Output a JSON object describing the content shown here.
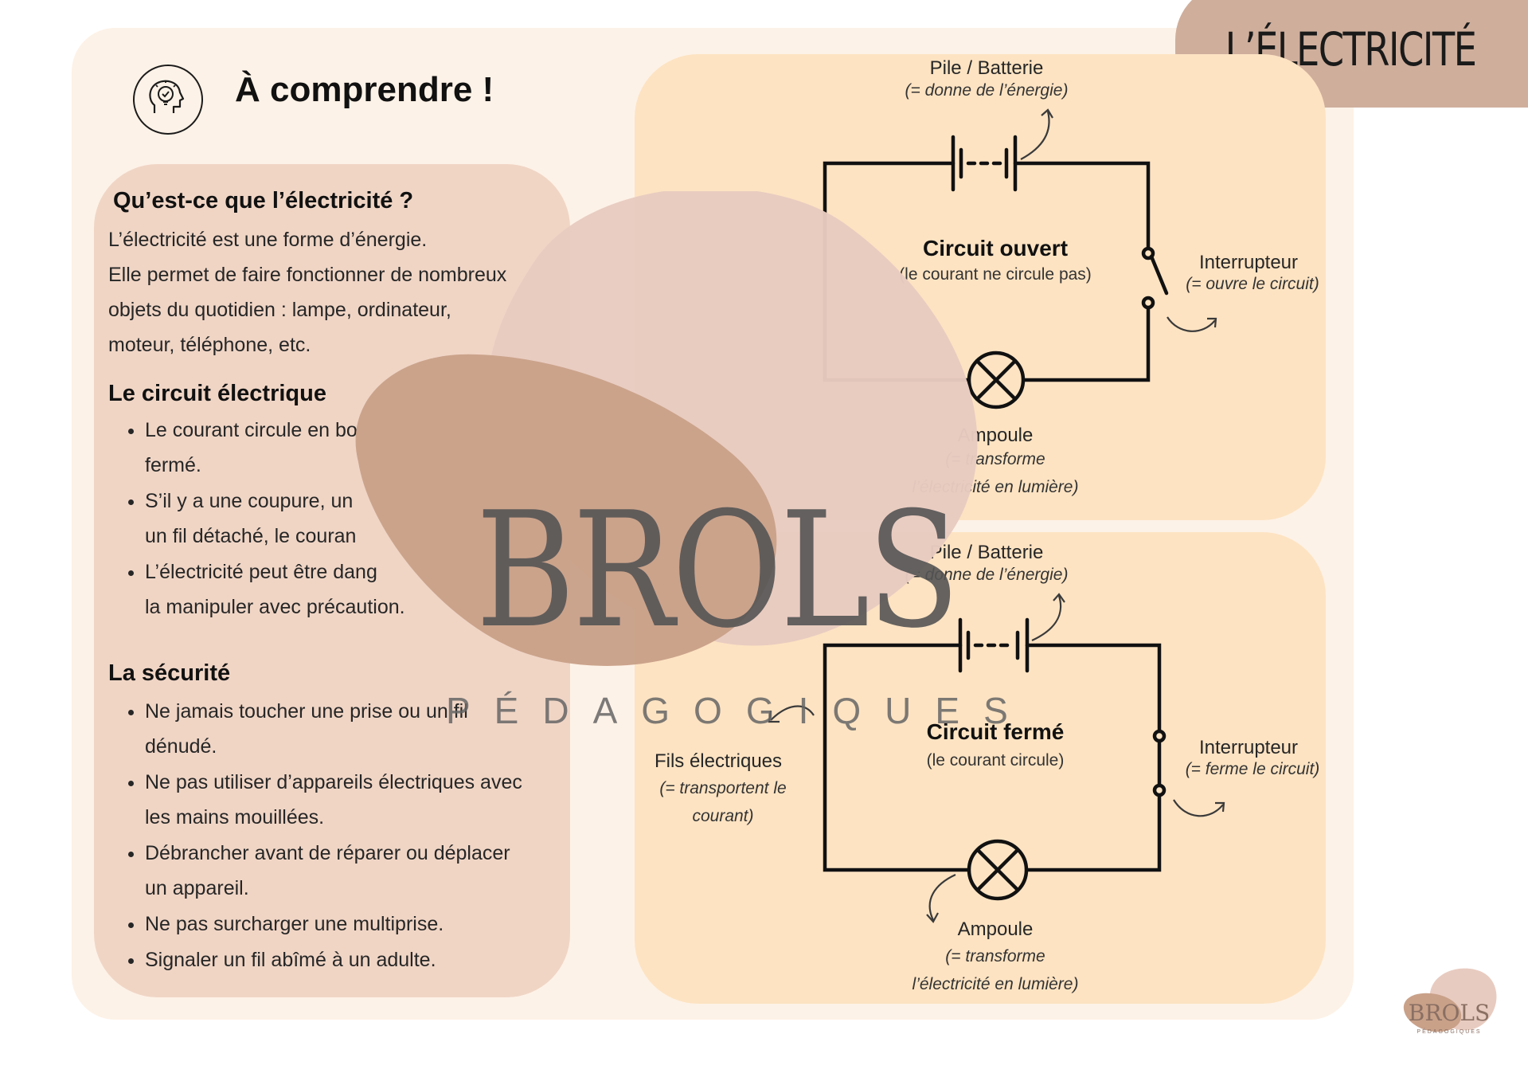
{
  "header": {
    "title": "L’ÉLECTRICITÉ",
    "section_heading": "À comprendre !",
    "icon": "head-lightbulb-icon"
  },
  "info": {
    "q_title": "Qu’est-ce que l’électricité ?",
    "q_lines": [
      "L’électricité est une forme d’énergie.",
      "Elle permet de faire fonctionner de nombreux",
      "objets du quotidien : lampe, ordinateur,",
      "moteur, téléphone, etc."
    ],
    "circuit_title": "Le circuit électrique",
    "circuit_items": [
      [
        "Le courant circule en bo",
        "fermé."
      ],
      [
        "S’il y a une coupure, un",
        "un fil détaché, le couran"
      ],
      [
        "L’électricité peut être dang",
        "la manipuler avec précaution."
      ]
    ],
    "safety_title": "La sécurité",
    "safety_items": [
      [
        "Ne jamais toucher une prise ou un fil",
        "dénudé."
      ],
      [
        "Ne pas utiliser d’appareils électriques avec",
        "les mains mouillées."
      ],
      [
        "Débrancher avant de réparer ou déplacer",
        "un appareil."
      ],
      [
        "Ne pas surcharger une multiprise."
      ],
      [
        "Signaler un fil abîmé à un adulte."
      ]
    ]
  },
  "circuit_open": {
    "battery_label": "Pile / Batterie",
    "battery_note": "(= donne de l’énergie)",
    "title": "Circuit ouvert",
    "subtitle": "(le courant ne circule pas)",
    "switch_label": "Interrupteur",
    "switch_note": "(= ouvre le circuit)",
    "bulb_label": "Ampoule",
    "bulb_note_1": "(= transforme",
    "bulb_note_2": "l’électricité en lumière)"
  },
  "circuit_closed": {
    "battery_label": "Pile / Batterie",
    "battery_note": "(= donne de l’énergie)",
    "title": "Circuit fermé",
    "subtitle": "(le courant circule)",
    "switch_label": "Interrupteur",
    "switch_note": "(= ferme le circuit)",
    "bulb_label": "Ampoule",
    "bulb_note_1": "(= transforme",
    "bulb_note_2": "l’électricité en lumière)",
    "wires_label": "Fils électriques",
    "wires_note_1": "(= transportent le",
    "wires_note_2": "courant)"
  },
  "watermark": {
    "name": "BROLS",
    "sub": "PÉDAGOGIQUES"
  },
  "logo": {
    "name": "BROLS",
    "sub": "PÉDAGOGIQUES"
  },
  "colors": {
    "card": "#fdf2e7",
    "panel": "#f0d5c5",
    "circuit_panel": "#fde3c2",
    "title_tab": "#cfae9c",
    "blob_light": "#e8cbc0",
    "blob_dark": "#c9a189"
  }
}
